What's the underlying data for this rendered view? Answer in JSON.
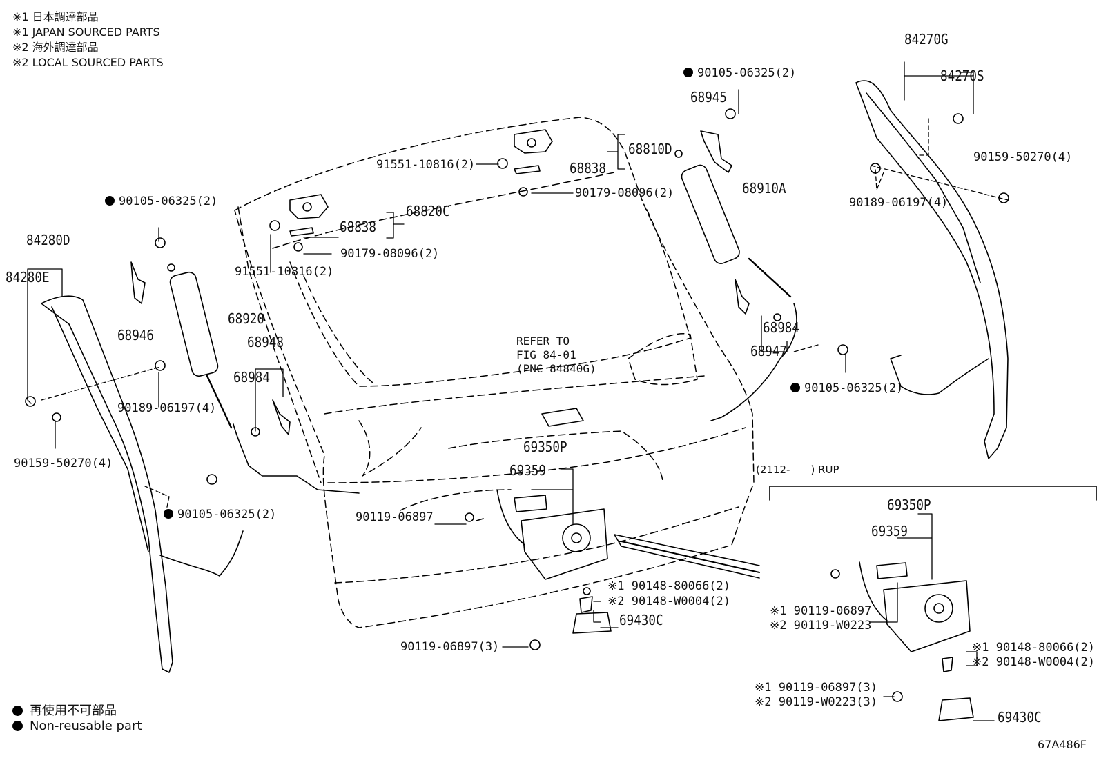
{
  "notes": [
    "※1 日本調達部品",
    "※1 JAPAN SOURCED PARTS",
    "※2 海外調達部品",
    "※2 LOCAL SOURCED PARTS"
  ],
  "legend": [
    "再使用不可部品",
    "Non-reusable part"
  ],
  "diagram_code": "67A486F",
  "rup_label": "(2112-　　) RUP",
  "refer_note": "REFER TO\nFIG 84-01\n(PNC 84840G)",
  "labels": {
    "p84270G": "84270G",
    "p84270S": "84270S",
    "p90159_50270_r": "90159-50270(4)",
    "p90189_06197_r": "90189-06197(4)",
    "p90105_top": "90105-06325(2)",
    "p68945": "68945",
    "p68810D": "68810D",
    "p68838_a": "68838",
    "p91551_a": "91551-10816(2)",
    "p90179_a": "90179-08096(2)",
    "p68910A": "68910A",
    "p68820C": "68820C",
    "p68838_b": "68838",
    "p90179_b": "90179-08096(2)",
    "p91551_b": "91551-10816(2)",
    "p90105_left": "90105-06325(2)",
    "p84280D": "84280D",
    "p84280E": "84280E",
    "p68946": "68946",
    "p68920": "68920",
    "p68948": "68948",
    "p68984_l": "68984",
    "p90189_06197_l": "90189-06197(4)",
    "p90159_50270_l": "90159-50270(4)",
    "p90105_lower": "90105-06325(2)",
    "p68984_r": "68984",
    "p68947": "68947",
    "p90105_right": "90105-06325(2)",
    "p69350P": "69350P",
    "p69359": "69359",
    "p90119_06897": "90119-06897",
    "p90148_80066": "※1 90148-80066(2)",
    "p90148_W0004": "※2 90148-W0004(2)",
    "p69430C": "69430C",
    "p90119_06897_3": "90119-06897(3)",
    "r69350P": "69350P",
    "r69359": "69359",
    "r90119_06897": "※1 90119-06897",
    "r90119_W0223": "※2 90119-W0223",
    "r90148_80066": "※1 90148-80066(2)",
    "r90148_W0004": "※2 90148-W0004(2)",
    "r90119_06897_3": "※1 90119-06897(3)",
    "r90119_W0223_3": "※2 90119-W0223(3)",
    "r69430C": "69430C"
  }
}
